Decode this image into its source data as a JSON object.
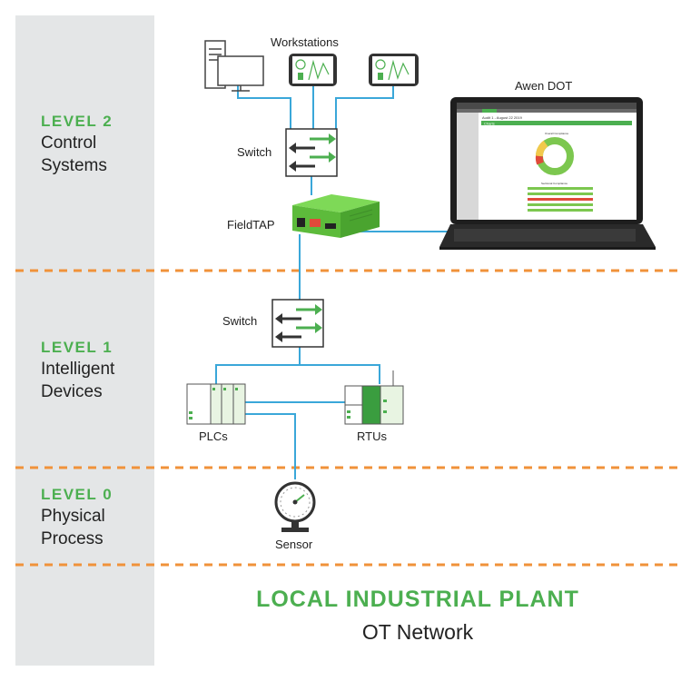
{
  "levels": [
    {
      "code": "LEVEL 2",
      "name_line1": "Control",
      "name_line2": "Systems"
    },
    {
      "code": "LEVEL 1",
      "name_line1": "Intelligent",
      "name_line2": "Devices"
    },
    {
      "code": "LEVEL 0",
      "name_line1": "Physical",
      "name_line2": "Process"
    }
  ],
  "devices": {
    "workstations": "Workstations",
    "switch_top": "Switch",
    "fieldtap": "FieldTAP",
    "awen_dot": "Awen DOT",
    "switch_mid": "Switch",
    "plcs": "PLCs",
    "rtus": "RTUs",
    "sensor": "Sensor"
  },
  "laptop_screen": {
    "audit_title": "Audit 1 - August 22 2019",
    "tab": "Charts",
    "overall_label": "Overall Compliance",
    "sectional_label": "Sectional Compliance"
  },
  "title": {
    "main": "LOCAL INDUSTRIAL PLANT",
    "sub": "OT Network"
  },
  "colors": {
    "accent_green": "#4caf50",
    "link_blue": "#3aa7d9",
    "divider_orange": "#f0923a",
    "sidebar_gray": "#e4e6e7"
  }
}
